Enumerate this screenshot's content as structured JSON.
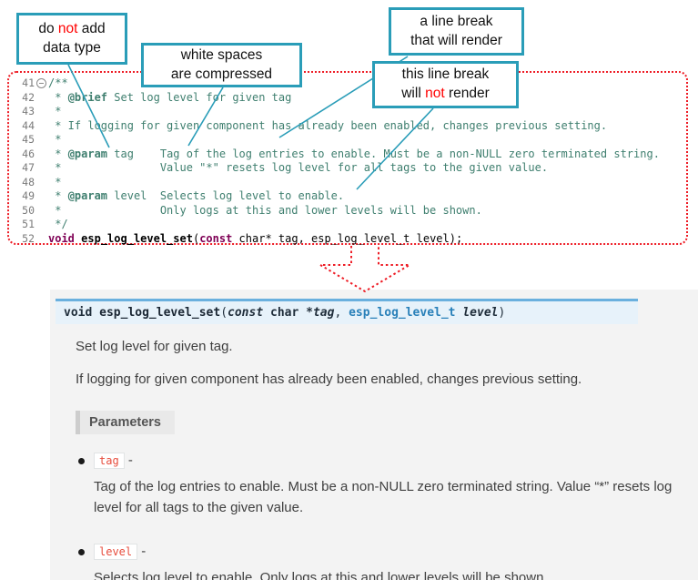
{
  "callouts": {
    "no_datatype": {
      "l1a": "do ",
      "l1b_red": "not",
      "l1c": " add",
      "l2": "data type"
    },
    "whitespace": {
      "l1": "white spaces",
      "l2": "are  compressed"
    },
    "break_render": {
      "l1": "a line break",
      "l2": "that will render"
    },
    "break_norender": {
      "l1": "this line break",
      "l2a": "will ",
      "l2b_red": "not",
      "l2c": " render"
    }
  },
  "code": {
    "lines": [
      {
        "num": "41",
        "fold": "collapse-minus-icon",
        "segs": [
          {
            "t": "/**",
            "c": "cmt"
          }
        ]
      },
      {
        "num": "42",
        "segs": [
          {
            "t": " * ",
            "c": "cmt"
          },
          {
            "t": "@brief",
            "c": "cmt-tag"
          },
          {
            "t": " Set log level for given tag",
            "c": "cmt"
          }
        ]
      },
      {
        "num": "43",
        "segs": [
          {
            "t": " *",
            "c": "cmt"
          }
        ]
      },
      {
        "num": "44",
        "segs": [
          {
            "t": " * If logging for given component has already been enabled, changes previous setting.",
            "c": "cmt"
          }
        ]
      },
      {
        "num": "45",
        "segs": [
          {
            "t": " *",
            "c": "cmt"
          }
        ]
      },
      {
        "num": "46",
        "segs": [
          {
            "t": " * ",
            "c": "cmt"
          },
          {
            "t": "@param",
            "c": "cmt-tag"
          },
          {
            "t": " tag    Tag of the log entries to enable. Must be a non-NULL zero terminated string.",
            "c": "cmt"
          }
        ]
      },
      {
        "num": "47",
        "segs": [
          {
            "t": " *               Value \"*\" resets log level for all tags to the given value.",
            "c": "cmt"
          }
        ]
      },
      {
        "num": "48",
        "segs": [
          {
            "t": " *",
            "c": "cmt"
          }
        ]
      },
      {
        "num": "49",
        "segs": [
          {
            "t": " * ",
            "c": "cmt"
          },
          {
            "t": "@param",
            "c": "cmt-tag"
          },
          {
            "t": " level  Selects log level to enable.",
            "c": "cmt"
          }
        ]
      },
      {
        "num": "50",
        "segs": [
          {
            "t": " *               Only logs at this and lower levels will be shown.",
            "c": "cmt"
          }
        ]
      },
      {
        "num": "51",
        "segs": [
          {
            "t": " */",
            "c": "cmt"
          }
        ]
      },
      {
        "num": "52",
        "segs": [
          {
            "t": "void",
            "c": "kw"
          },
          {
            "t": " ",
            "c": "plain"
          },
          {
            "t": "esp_log_level_set",
            "c": "fn"
          },
          {
            "t": "(",
            "c": "plain"
          },
          {
            "t": "const",
            "c": "kw"
          },
          {
            "t": " char* tag, esp_log_level_t level);",
            "c": "plain"
          }
        ]
      }
    ]
  },
  "docs": {
    "signature": {
      "ret": "void ",
      "name": "esp_log_level_set",
      "open": "(",
      "const_kw": "const",
      "type1": " char *",
      "param1": "tag",
      "comma": ", ",
      "type2": "esp_log_level_t",
      "sp": " ",
      "param2": "level",
      "close": ")"
    },
    "brief": "Set log level for given tag.",
    "detail": "If logging for given component has already been enabled, changes previous setting.",
    "parameters_label": "Parameters",
    "params": [
      {
        "name": "tag",
        "dash": " -",
        "desc": "Tag of the log entries to enable. Must be a non-NULL zero terminated string. Value “*” resets log level for all tags to the given value."
      },
      {
        "name": "level",
        "dash": " -",
        "desc": "Selects log level to enable. Only logs at this and lower levels will be shown."
      }
    ]
  },
  "colors": {
    "callout_border": "#2a9db8",
    "dotted_border": "#ee1c25",
    "comment_text": "#3f7f6f",
    "signature_bg": "#e7f2fa",
    "signature_border": "#6ab0de",
    "docs_bg": "#f3f3f3",
    "chip_text": "#e74c3c"
  }
}
